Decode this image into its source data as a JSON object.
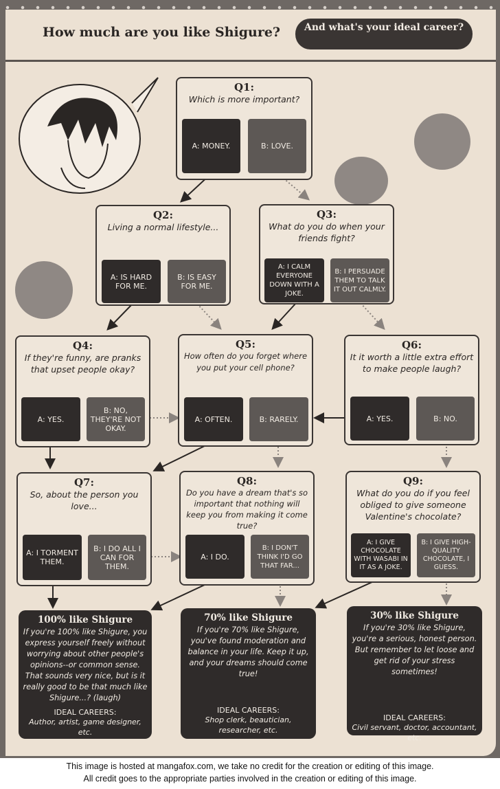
{
  "header": {
    "title": "How much are you like Shigure?",
    "subtitle": "And what's your ideal career?"
  },
  "colors": {
    "page": "#ece1d3",
    "answer_a": "#2f2b2a",
    "answer_b": "#5d5855",
    "frame": "#6e6864"
  },
  "questions": [
    {
      "id": "Q1:",
      "text": "Which is more important?",
      "a": "A: MONEY.",
      "b": "B: LOVE."
    },
    {
      "id": "Q2:",
      "text": "Living a normal lifestyle...",
      "a": "A: IS HARD FOR ME.",
      "b": "B: IS EASY FOR ME."
    },
    {
      "id": "Q3:",
      "text": "What do you do when your friends fight?",
      "a": "A: I CALM EVERYONE DOWN WITH A JOKE.",
      "b": "B: I PERSUADE THEM TO TALK IT OUT CALMLY."
    },
    {
      "id": "Q4:",
      "text": "If they're funny, are pranks that upset people okay?",
      "a": "A: YES.",
      "b": "B: NO, THEY'RE NOT OKAY."
    },
    {
      "id": "Q5:",
      "text": "How often do you forget where you put your cell phone?",
      "a": "A: OFTEN.",
      "b": "B: RARELY."
    },
    {
      "id": "Q6:",
      "text": "It it worth a little extra effort to make people laugh?",
      "a": "A: YES.",
      "b": "B: NO."
    },
    {
      "id": "Q7:",
      "text": "So, about the person you love...",
      "a": "A: I TORMENT THEM.",
      "b": "B: I DO ALL I CAN FOR THEM."
    },
    {
      "id": "Q8:",
      "text": "Do you have a dream that's so important that nothing will keep you from making it come true?",
      "a": "A: I DO.",
      "b": "B: I DON'T THINK I'D GO THAT FAR..."
    },
    {
      "id": "Q9:",
      "text": "What do you do if you feel obliged to give someone Valentine's chocolate?",
      "a": "A: I GIVE CHOCOLATE WITH WASABI IN IT AS A JOKE.",
      "b": "B: I GIVE HIGH-QUALITY CHOCOLATE, I GUESS."
    }
  ],
  "results": [
    {
      "title": "100% like Shigure",
      "body": "If you're 100% like Shigure, you express yourself freely without worrying about other people's opinions--or common sense. That sounds very nice, but is it really good to be that much like Shigure...? (laugh)",
      "careers_label": "IDEAL CAREERS:",
      "careers": "Author, artist, game designer, etc."
    },
    {
      "title": "70% like Shigure",
      "body": "If you're 70% like Shigure, you've found moderation and balance in your life. Keep it up, and your dreams should come true!",
      "careers_label": "IDEAL CAREERS:",
      "careers": "Shop clerk, beautician, researcher, etc."
    },
    {
      "title": "30% like Shigure",
      "body": "If you're 30% like Shigure, you're a serious, honest person. But remember to let loose and get rid of your stress sometimes!",
      "careers_label": "IDEAL CAREERS:",
      "careers": "Civil servant, doctor, accountant, etc."
    }
  ],
  "footer": {
    "line1": "This image is hosted at mangafox.com, we take no credit for the creation or editing of this image.",
    "line2": "All credit goes to the appropriate parties involved in the creation or editing of this image."
  }
}
